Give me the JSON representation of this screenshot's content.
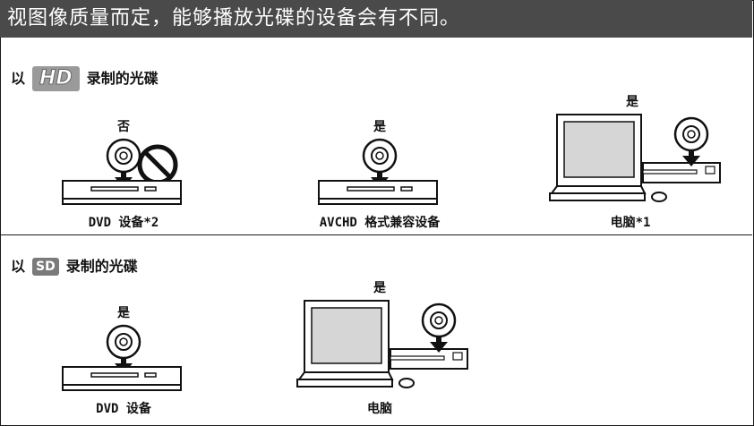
{
  "header": {
    "title": "视图像质量而定，能够播放光碟的设备会有不同。"
  },
  "hd_section": {
    "title_prefix": "以",
    "badge": "HD",
    "title_suffix": "录制的光碟",
    "items": [
      {
        "answer": "否",
        "label": "DVD 设备*2"
      },
      {
        "answer": "是",
        "label": "AVCHD 格式兼容设备"
      },
      {
        "answer": "是",
        "label": "电脑*1"
      }
    ]
  },
  "sd_section": {
    "title_prefix": "以",
    "badge": "SD",
    "title_suffix": "录制的光碟",
    "items": [
      {
        "answer": "是",
        "label": "DVD 设备"
      },
      {
        "answer": "是",
        "label": "电脑"
      }
    ]
  },
  "icons": [
    "disc-icon",
    "down-arrow-icon",
    "prohibited-icon",
    "dvd-player-icon",
    "computer-icon"
  ],
  "colors": {
    "header_bg": "#4a4a4a",
    "badge_bg": "#8a8a8a"
  }
}
